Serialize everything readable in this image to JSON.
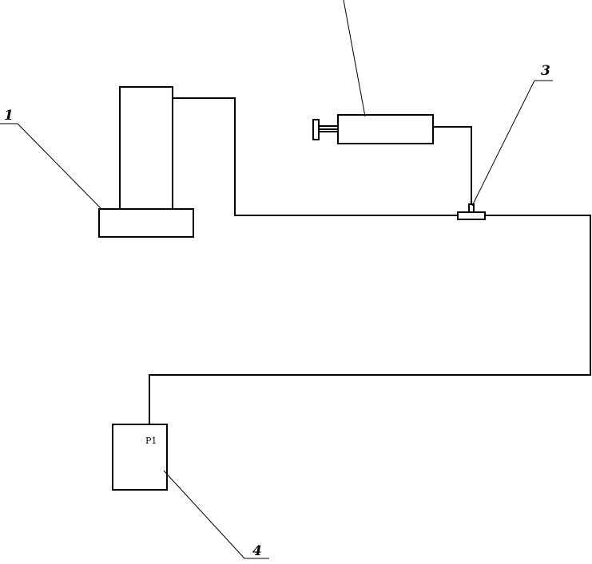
{
  "callouts": {
    "c1": "1",
    "c3": "3",
    "c4": "4"
  },
  "gauge": {
    "label": "P1"
  },
  "colors": {
    "line": "#000000",
    "background": "#ffffff"
  }
}
